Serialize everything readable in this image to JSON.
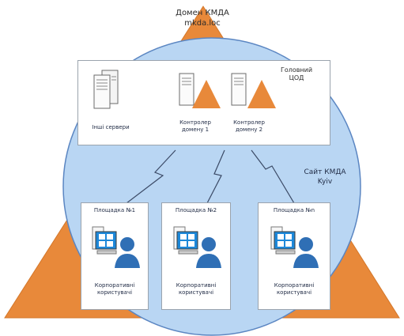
{
  "domain": {
    "title": "Домен КМДА",
    "subtitle": "mkda.loc"
  },
  "datacenter": {
    "title_line1": "Головний",
    "title_line2": "ЦОД",
    "other_servers": "Інші сервери",
    "dc1_line1": "Контролер",
    "dc1_line2": "домену 1",
    "dc2_line1": "Контролер",
    "dc2_line2": "домену 2"
  },
  "site": {
    "title_line1": "Сайт КМДА",
    "title_line2": "Kyiv"
  },
  "locations": [
    {
      "name": "Площадка №1",
      "users_line1": "Корпоративні",
      "users_line2": "користувачі"
    },
    {
      "name": "Площадка №2",
      "users_line1": "Корпоративні",
      "users_line2": "користувачі"
    },
    {
      "name": "Площадка №n",
      "users_line1": "Корпоративні",
      "users_line2": "користувачі"
    }
  ],
  "colors": {
    "domain_triangle": "#e8893a",
    "site_circle": "#b9d6f3",
    "site_circle_border": "#5b86c2",
    "dc_triangle": "#e8893a",
    "user_blue": "#2f6fb5",
    "window_blue": "#1e88d9"
  },
  "icons": {
    "server": "server-icon",
    "workstation": "workstation-icon",
    "user": "user-icon",
    "link": "lightning-link-icon"
  }
}
